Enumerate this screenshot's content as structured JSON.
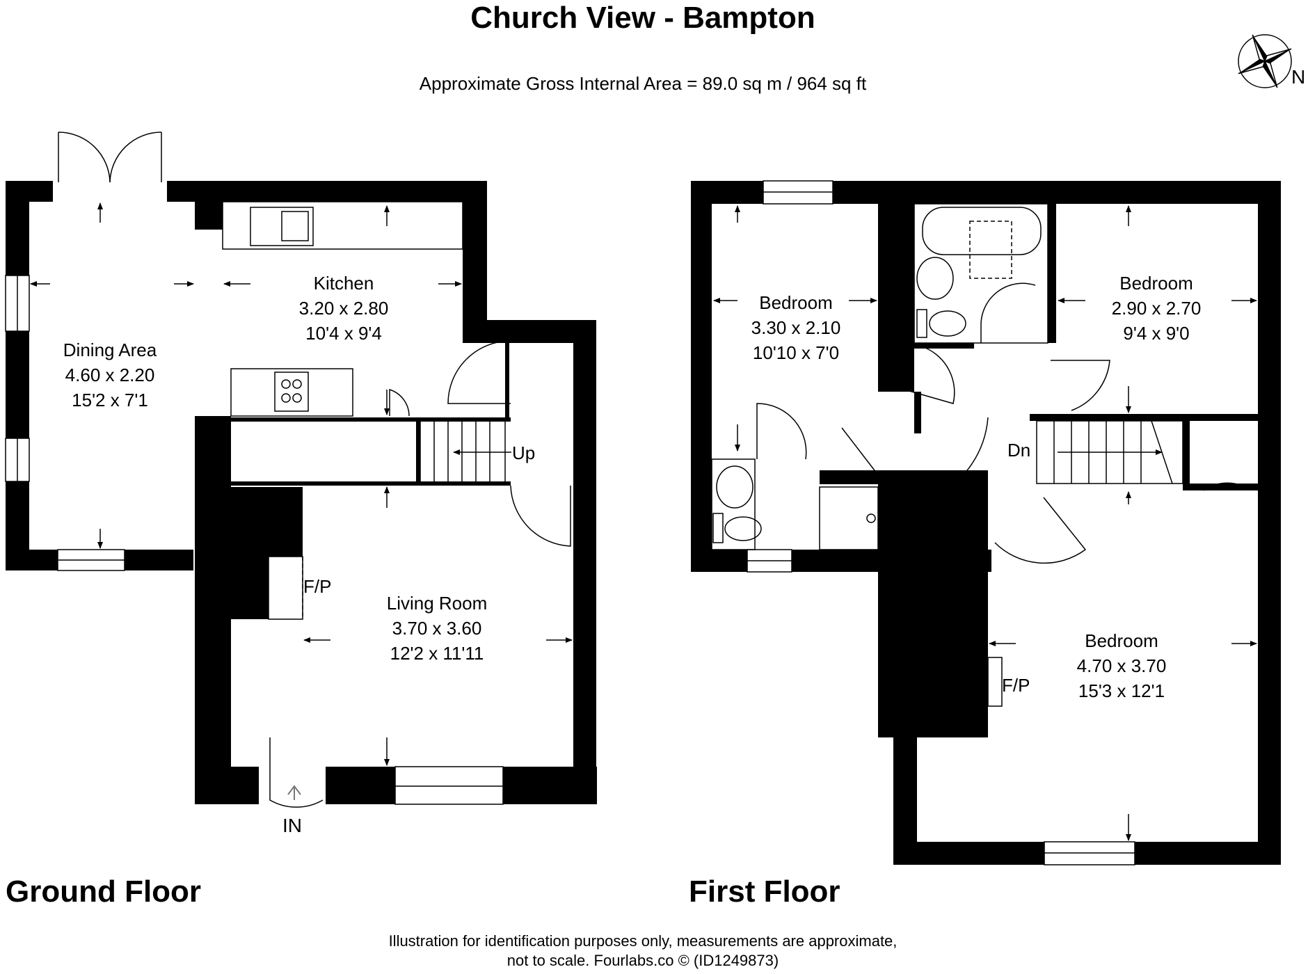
{
  "title": "Church View - Bampton",
  "area": "Approximate Gross Internal Area = 89.0 sq m / 964 sq ft",
  "compass": {
    "north_label": "N"
  },
  "ground_floor": {
    "label": "Ground Floor",
    "rooms": [
      {
        "name": "Kitchen",
        "metric": "3.20 x 2.80",
        "imperial": "10'4 x 9'4"
      },
      {
        "name": "Dining Area",
        "metric": "4.60 x 2.20",
        "imperial": "15'2 x 7'1"
      },
      {
        "name": "Living Room",
        "metric": "3.70 x 3.60",
        "imperial": "12'2 x 11'11"
      }
    ],
    "stairs_label": "Up",
    "fireplace_label": "F/P",
    "entrance_label": "IN"
  },
  "first_floor": {
    "label": "First Floor",
    "rooms": [
      {
        "name": "Bedroom",
        "metric": "3.30 x 2.10",
        "imperial": "10'10 x 7'0"
      },
      {
        "name": "Bedroom",
        "metric": "2.90 x 2.70",
        "imperial": "9'4 x 9'0"
      },
      {
        "name": "Bedroom",
        "metric": "4.70 x 3.70",
        "imperial": "15'3 x 12'1"
      }
    ],
    "stairs_label": "Dn",
    "fireplace_label": "F/P"
  },
  "footer": {
    "line1": "Illustration for identification purposes only, measurements are approximate,",
    "line2": "not to scale. Fourlabs.co © (ID1249873)"
  }
}
